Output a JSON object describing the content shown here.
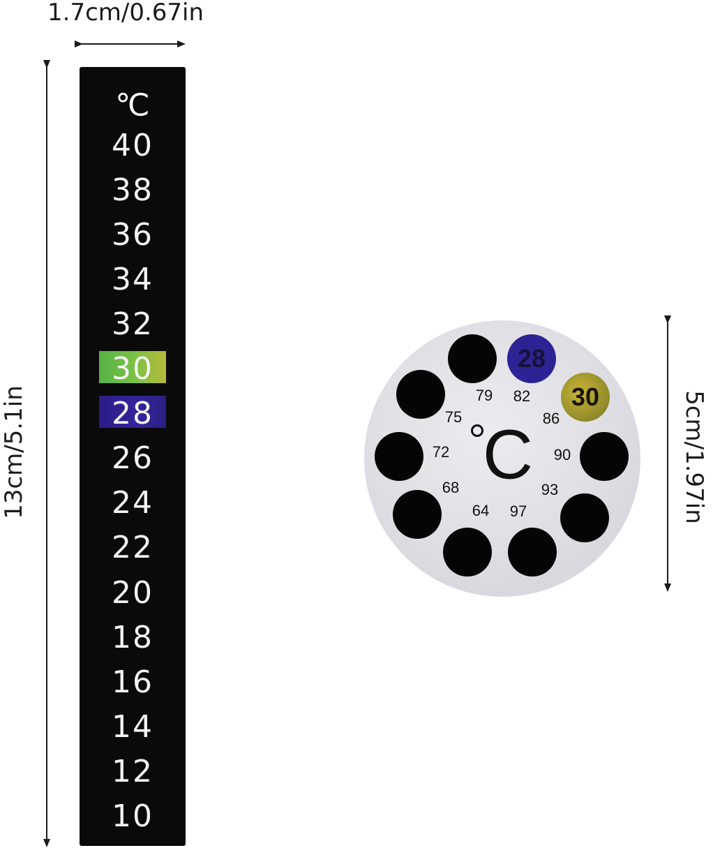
{
  "dimensions": {
    "width_label": "1.7cm/0.67in",
    "strip_height_label": "13cm/5.1in",
    "disc_label": "5cm/1.97in"
  },
  "strip_thermometer": {
    "unit": "℃",
    "readings": [
      "40",
      "38",
      "36",
      "34",
      "32",
      "30",
      "28",
      "26",
      "24",
      "22",
      "20",
      "18",
      "16",
      "14",
      "12",
      "10"
    ],
    "highlight_green": "30",
    "highlight_blue": "28",
    "colors": {
      "background": "#0a0a0a",
      "text": "#f4f4f4",
      "green": "#7cc245",
      "blue": "#33259a"
    }
  },
  "disc_thermometer": {
    "unit": "C",
    "scale_numbers": [
      "79",
      "82",
      "86",
      "90",
      "93",
      "97",
      "64",
      "68",
      "72",
      "75"
    ],
    "active_blue_label": "28",
    "active_gold_label": "30",
    "colors": {
      "disc": "#dcdce2",
      "dot": "#050505",
      "blue": "#2d2394",
      "gold": "#c8b436"
    }
  }
}
